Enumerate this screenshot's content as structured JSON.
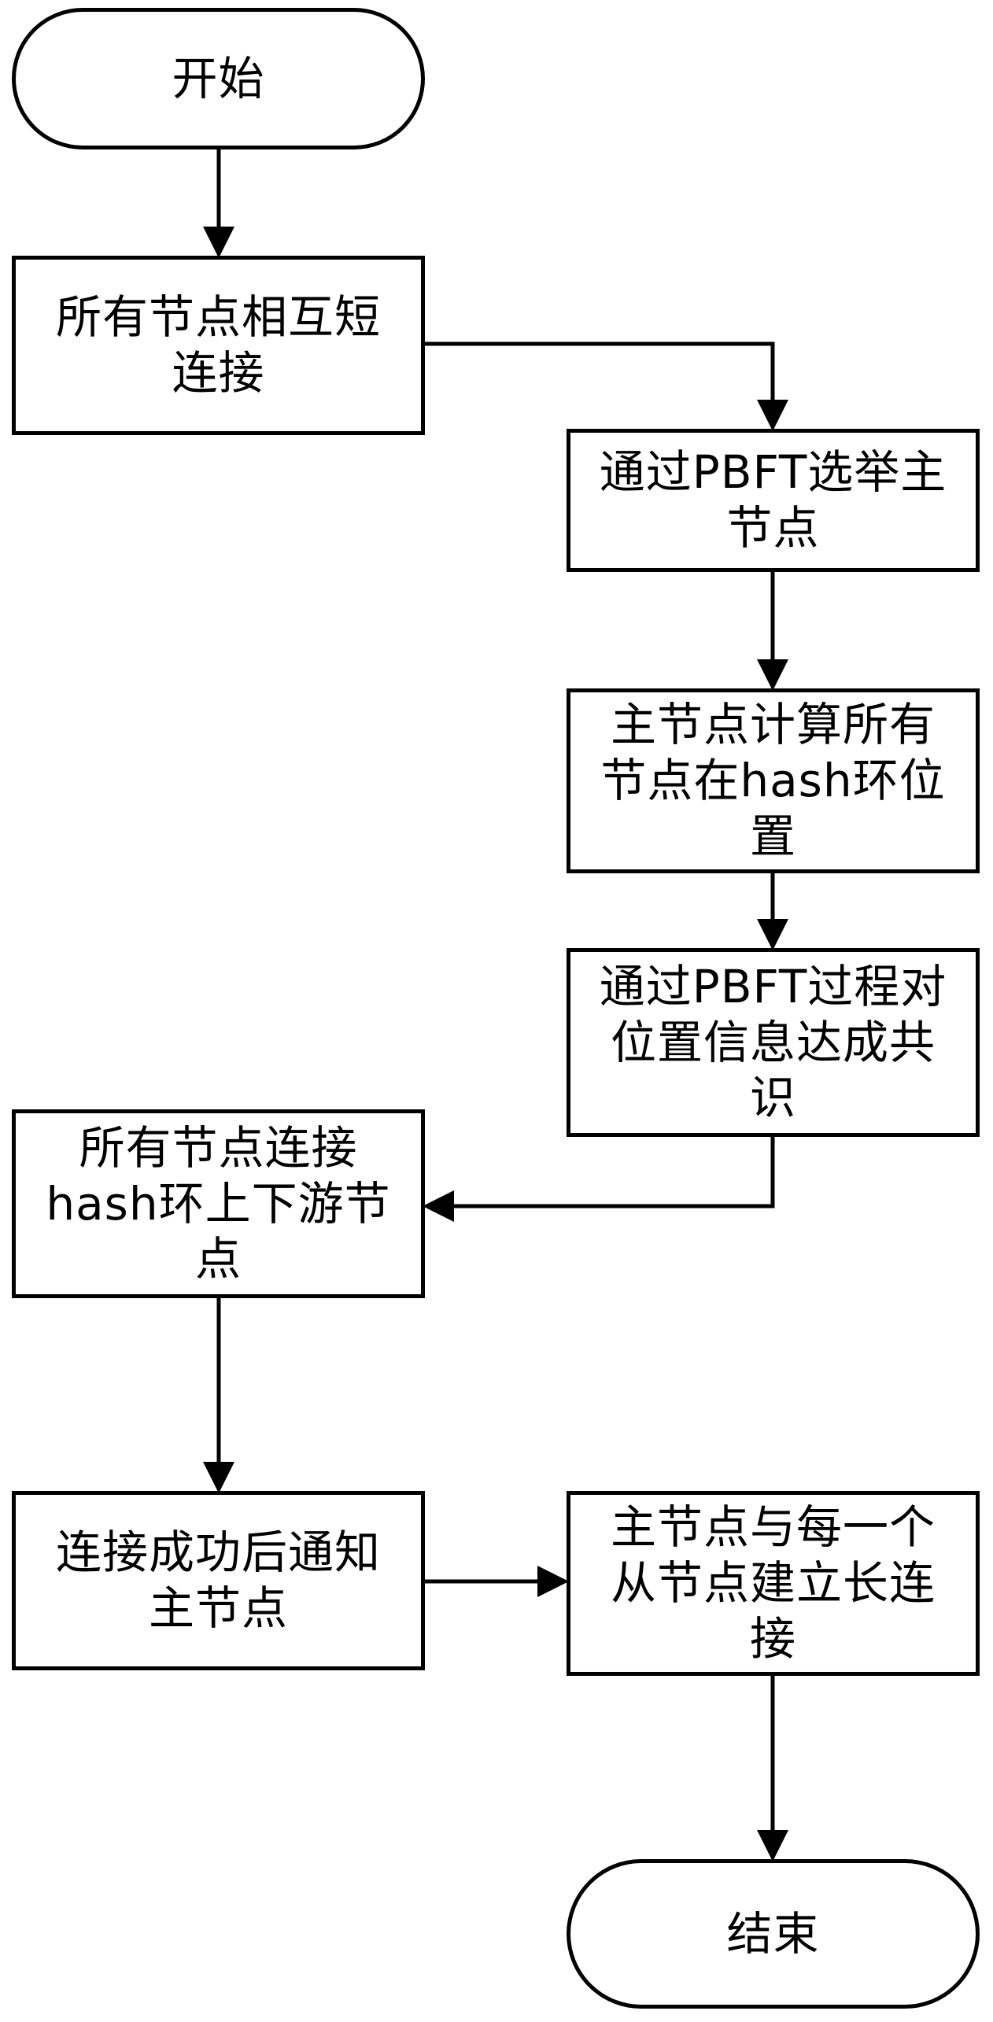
{
  "diagram": {
    "type": "flowchart",
    "nodes": [
      {
        "id": "start",
        "shape": "terminal",
        "lines": [
          "开始"
        ]
      },
      {
        "id": "short_connect",
        "shape": "process",
        "lines": [
          "所有节点相互短",
          "连接"
        ]
      },
      {
        "id": "elect_master",
        "shape": "process",
        "lines": [
          "通过PBFT选举主",
          "节点"
        ]
      },
      {
        "id": "compute_positions",
        "shape": "process",
        "lines": [
          "主节点计算所有",
          "节点在hash环位",
          "置"
        ]
      },
      {
        "id": "consensus",
        "shape": "process",
        "lines": [
          "通过PBFT过程对",
          "位置信息达成共",
          "识"
        ]
      },
      {
        "id": "connect_neighbors",
        "shape": "process",
        "lines": [
          "所有节点连接",
          "hash环上下游节",
          "点"
        ]
      },
      {
        "id": "notify_master",
        "shape": "process",
        "lines": [
          "连接成功后通知",
          "主节点"
        ]
      },
      {
        "id": "long_connect",
        "shape": "process",
        "lines": [
          "主节点与每一个",
          "从节点建立长连",
          "接"
        ]
      },
      {
        "id": "end",
        "shape": "terminal",
        "lines": [
          "结束"
        ]
      }
    ],
    "edges": [
      {
        "from": "start",
        "to": "short_connect"
      },
      {
        "from": "short_connect",
        "to": "elect_master"
      },
      {
        "from": "elect_master",
        "to": "compute_positions"
      },
      {
        "from": "compute_positions",
        "to": "consensus"
      },
      {
        "from": "consensus",
        "to": "connect_neighbors"
      },
      {
        "from": "connect_neighbors",
        "to": "notify_master"
      },
      {
        "from": "notify_master",
        "to": "long_connect"
      },
      {
        "from": "long_connect",
        "to": "end"
      }
    ]
  }
}
